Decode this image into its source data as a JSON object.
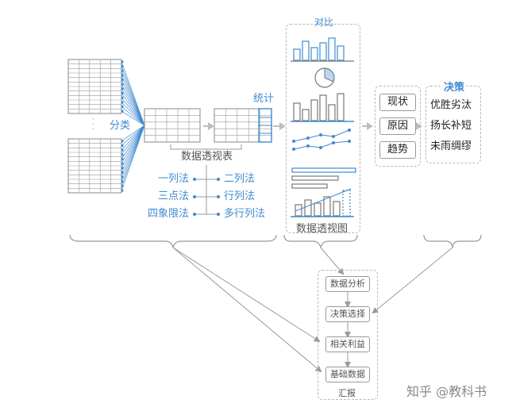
{
  "title_compare": "对比",
  "label_classify": "分类",
  "label_stat": "统计",
  "label_pivot_table": "数据透视表",
  "label_pivot_chart": "数据透视图",
  "methods_left": [
    "一列法",
    "三点法",
    "四象限法"
  ],
  "methods_right": [
    "二列法",
    "行列法",
    "多行列法"
  ],
  "analysis_boxes": [
    "现状",
    "原因",
    "趋势"
  ],
  "decision_title": "决策",
  "decision_items": [
    "优胜劣汰",
    "扬长补短",
    "未雨绸缪"
  ],
  "report_steps": [
    "数据分析",
    "决策选择",
    "相关利益",
    "基础数据"
  ],
  "report_title": "汇报",
  "watermark": "知乎 @教科书",
  "ellipsis": "·\n·\n·",
  "colors": {
    "accent": "#3f8ad0",
    "line": "#9a9a9a",
    "arrow": "#bdbdbd"
  }
}
